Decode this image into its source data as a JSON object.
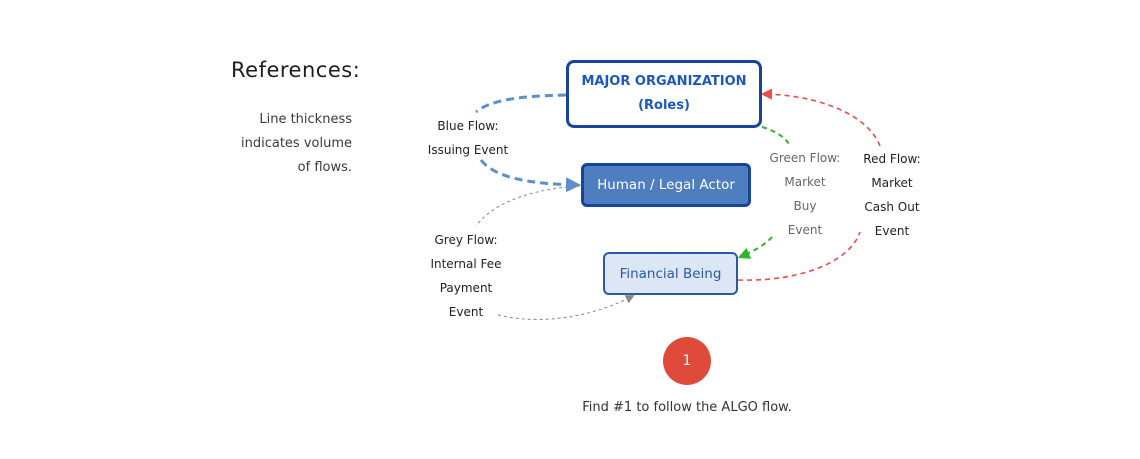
{
  "references": {
    "title": "References:",
    "note_lines": [
      "Line thickness",
      "indicates volume",
      "of flows."
    ]
  },
  "nodes": {
    "org": {
      "line1": "MAJOR ORGANIZATION",
      "line2": "(Roles)"
    },
    "human": {
      "label": "Human / Legal Actor"
    },
    "financial": {
      "label": "Financial Being"
    }
  },
  "flows": {
    "blue": {
      "lines": [
        "Blue Flow:",
        "Issuing Event"
      ],
      "color": "#5b8fd1"
    },
    "green": {
      "lines": [
        "Green Flow:",
        "Market",
        "Buy",
        "Event"
      ],
      "color": "#2db52d"
    },
    "red": {
      "lines": [
        "Red Flow:",
        "Market",
        "Cash Out",
        "Event"
      ],
      "color": "#ee4b4b"
    },
    "grey": {
      "lines": [
        "Grey Flow:",
        "Internal Fee",
        "Payment",
        "Event"
      ],
      "color": "#888888"
    }
  },
  "step": {
    "number": "1"
  },
  "caption": "Find #1 to follow the ALGO flow."
}
